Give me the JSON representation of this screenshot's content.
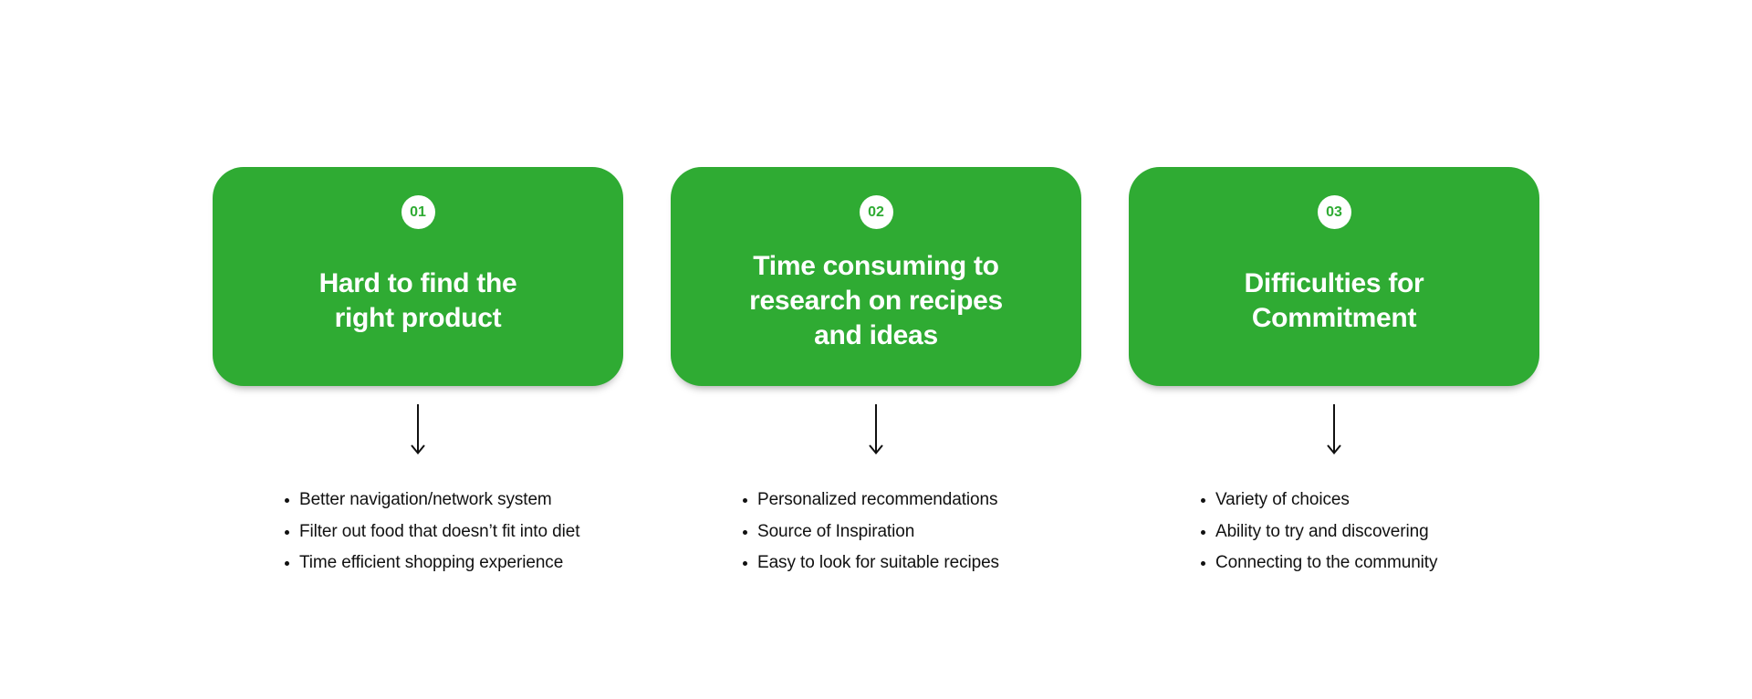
{
  "slide": {
    "background": "#ffffff",
    "description": "Three problem cards with numbered badges, each pointing via a down arrow to a list of benefits"
  },
  "colors": {
    "card": "#2FAB33",
    "card_text": "#ffffff",
    "badge_bg": "#ffffff",
    "badge_text": "#2FAB33",
    "list_text": "#111111",
    "arrow": "#111111"
  },
  "columns": [
    {
      "badge": "01",
      "title": "Hard to find the\nright product",
      "bullets": [
        "Better navigation/network system",
        "Filter out food that doesn’t fit into diet",
        "Time efficient shopping experience"
      ]
    },
    {
      "badge": "02",
      "title": "Time consuming to\nresearch on recipes\nand ideas",
      "bullets": [
        "Personalized recommendations",
        "Source of Inspiration",
        "Easy to look for suitable recipes"
      ]
    },
    {
      "badge": "03",
      "title": "Difficulties for\nCommitment",
      "bullets": [
        "Variety of choices",
        "Ability to try and discovering",
        "Connecting to the community"
      ]
    }
  ]
}
